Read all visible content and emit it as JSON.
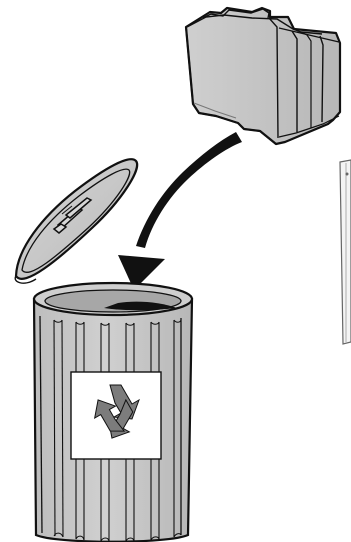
{
  "illustration": {
    "objects": [
      "ink-cartridge",
      "arrow-curved-down",
      "trash-lid",
      "recycling-bin",
      "recycle-icon",
      "printer-edge"
    ]
  },
  "colors": {
    "outline": "#111111",
    "bin_fill": "#c7c7c7",
    "bin_dark": "#9a9a9a",
    "cartridge_fill": "#cfcfcf",
    "cartridge_dark": "#a4a4a4",
    "label_fill": "#ffffff",
    "recycle_fill": "#7c7c7c",
    "arrow_fill": "#111111"
  }
}
